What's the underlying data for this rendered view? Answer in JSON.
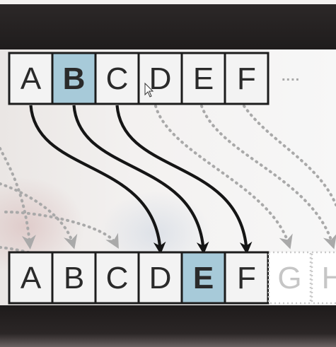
{
  "diagram": {
    "plain_row": [
      "A",
      "B",
      "C",
      "D",
      "E",
      "F"
    ],
    "plain_ellipsis": "....",
    "cipher_row": [
      "A",
      "B",
      "C",
      "D",
      "E",
      "F",
      "G",
      "H"
    ],
    "highlight_plain_index": 1,
    "highlight_cipher_index": 4,
    "shift": 3,
    "colors": {
      "highlight": "#a7cad9",
      "cell": "#f3f3f3",
      "border": "#1c1c1c",
      "ghost_text": "#c6c6c6",
      "dotted_arrow": "#a9a9a9"
    }
  }
}
